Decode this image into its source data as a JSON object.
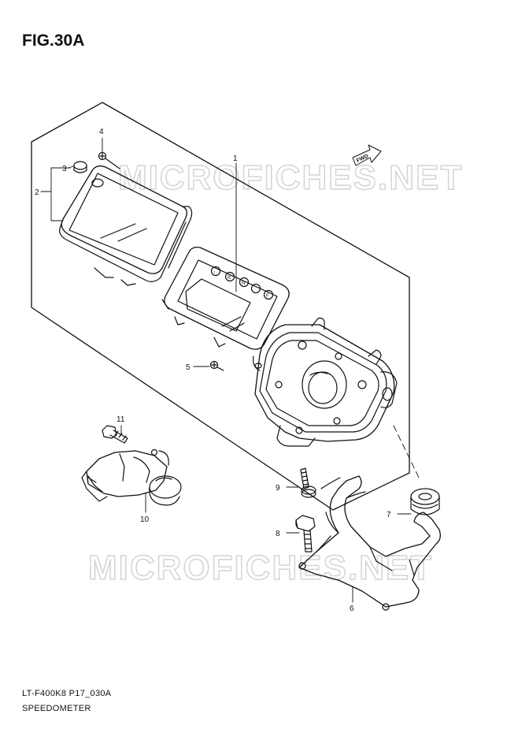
{
  "figure": {
    "title": "FIG.30A",
    "code": "LT-F400K8 P17_030A",
    "name": "SPEEDOMETER"
  },
  "watermark": {
    "text": "MICROFICHES.NET"
  },
  "fwd_badge": {
    "text": "FWD"
  },
  "callouts": [
    "1",
    "2",
    "3",
    "4",
    "5",
    "6",
    "7",
    "8",
    "9",
    "10",
    "11"
  ],
  "colors": {
    "line": "#111111",
    "watermark": "#d9d9d9"
  }
}
